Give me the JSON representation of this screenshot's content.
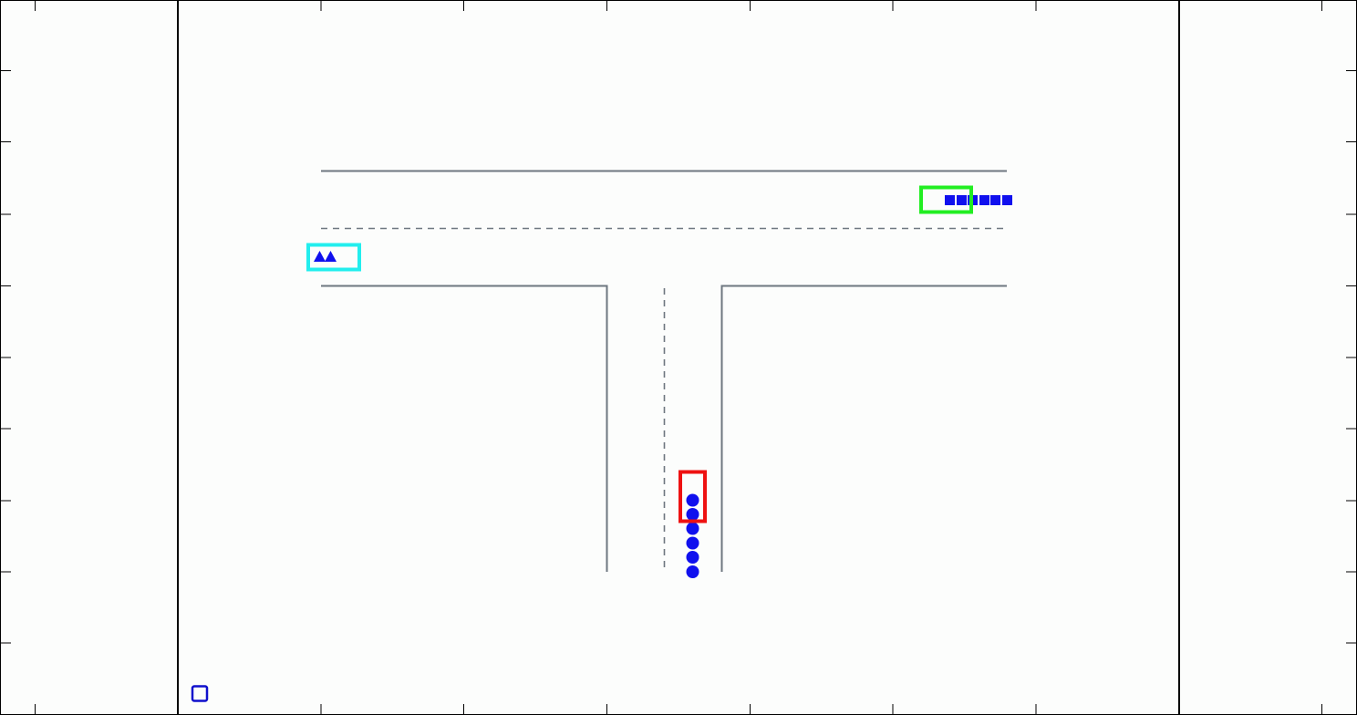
{
  "colors": {
    "background": "#fcfdfc",
    "frame": "#000000",
    "road_edge": "#6e7780",
    "lane_divider": "#6e7780",
    "trajectory": "#1010ee",
    "vehicle_red": "#ee1111",
    "vehicle_green": "#22ee22",
    "vehicle_cyan": "#22eeee",
    "marker": "#1010cc"
  },
  "scene": {
    "layout": "t-intersection",
    "vehicles": [
      {
        "id": "red",
        "color_key": "vehicle_red",
        "heading": "north",
        "trajectory_marker": "circle",
        "trajectory_count": 6
      },
      {
        "id": "green",
        "color_key": "vehicle_green",
        "heading": "west",
        "trajectory_marker": "square",
        "trajectory_count": 6
      },
      {
        "id": "cyan",
        "color_key": "vehicle_cyan",
        "heading": "east",
        "trajectory_marker": "triangle",
        "trajectory_count": 2
      }
    ]
  },
  "icons": {
    "corner_marker": "square-outline-icon"
  }
}
